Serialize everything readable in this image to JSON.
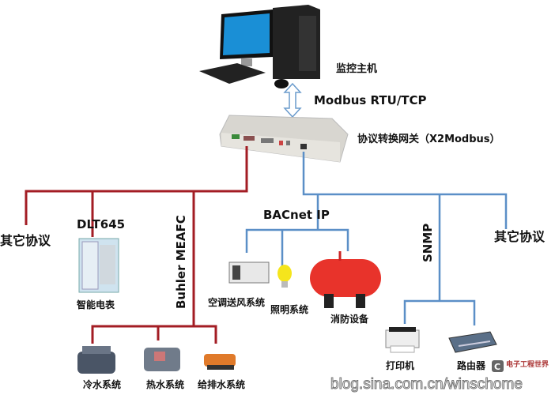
{
  "colors": {
    "serial_line": "#a31d24",
    "ethernet_line": "#5b8fc7",
    "arrow": "#6a9bcc"
  },
  "host": {
    "label": "监控主机",
    "icon": "desktop-computer"
  },
  "link": {
    "label": "Modbus RTU/TCP",
    "icon": "double-arrow-vertical"
  },
  "gateway": {
    "label": "协议转换网关（X2Modbus）",
    "icon": "gateway-device"
  },
  "serial_branch": {
    "other": "其它协议",
    "dlt645": {
      "protocol": "DLT645",
      "device": "智能电表"
    },
    "buhler": {
      "protocol": "Buhler MEAFC",
      "devices": [
        "冷水系统",
        "热水系统",
        "给排水系统"
      ]
    }
  },
  "ethernet_branch": {
    "bacnet": {
      "protocol": "BACnet IP",
      "devices": [
        "空调送风系统",
        "照明系统",
        "消防设备"
      ]
    },
    "snmp": {
      "protocol": "SNMP",
      "devices": [
        "打印机",
        "路由器"
      ]
    },
    "other": "其它协议"
  },
  "watermark": {
    "text": "blog.sina.com.cn/winschome",
    "logo": "电子工程世界"
  }
}
